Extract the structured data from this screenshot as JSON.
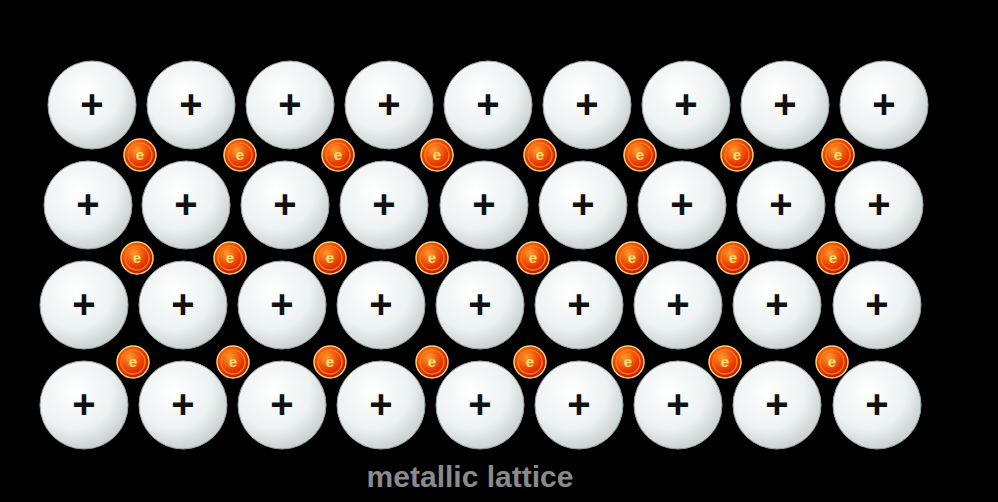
{
  "diagram": {
    "caption": "metallic lattice",
    "nodes": [
      {
        "text": [
          "+"
        ]
      },
      {
        "text": [
          "+"
        ]
      },
      {
        "text": [
          "+"
        ]
      },
      {
        "text": [
          "+"
        ]
      },
      {
        "text": [
          "+"
        ]
      },
      {
        "text": [
          "+"
        ]
      },
      {
        "text": [
          "+"
        ]
      },
      {
        "text": [
          "+"
        ]
      },
      {
        "text": [
          "+"
        ]
      },
      {
        "text": [
          "e"
        ]
      },
      {
        "text": [
          "e"
        ]
      },
      {
        "text": [
          "e"
        ]
      },
      {
        "text": [
          "e"
        ]
      },
      {
        "text": [
          "e"
        ]
      },
      {
        "text": [
          "e"
        ]
      },
      {
        "text": [
          "e"
        ]
      },
      {
        "text": [
          "e"
        ]
      },
      {
        "text": [
          "+"
        ]
      },
      {
        "text": [
          "+"
        ]
      },
      {
        "text": [
          "+"
        ]
      },
      {
        "text": [
          "+"
        ]
      },
      {
        "text": [
          "+"
        ]
      },
      {
        "text": [
          "+"
        ]
      },
      {
        "text": [
          "+"
        ]
      },
      {
        "text": [
          "+"
        ]
      },
      {
        "text": [
          "+"
        ]
      },
      {
        "text": [
          "e"
        ]
      },
      {
        "text": [
          "e"
        ]
      },
      {
        "text": [
          "e"
        ]
      },
      {
        "text": [
          "e"
        ]
      },
      {
        "text": [
          "e"
        ]
      },
      {
        "text": [
          "e"
        ]
      },
      {
        "text": [
          "e"
        ]
      },
      {
        "text": [
          "e"
        ]
      },
      {
        "text": [
          "+"
        ]
      },
      {
        "text": [
          "+"
        ]
      },
      {
        "text": [
          "+"
        ]
      },
      {
        "text": [
          "+"
        ]
      },
      {
        "text": [
          "+"
        ]
      },
      {
        "text": [
          "+"
        ]
      },
      {
        "text": [
          "+"
        ]
      },
      {
        "text": [
          "+"
        ]
      },
      {
        "text": [
          "+"
        ]
      },
      {
        "text": [
          "e"
        ]
      },
      {
        "text": [
          "e"
        ]
      },
      {
        "text": [
          "e"
        ]
      },
      {
        "text": [
          "e"
        ]
      },
      {
        "text": [
          "e"
        ]
      },
      {
        "text": [
          "e"
        ]
      },
      {
        "text": [
          "e"
        ]
      },
      {
        "text": [
          "e"
        ]
      },
      {
        "text": [
          "+"
        ]
      },
      {
        "text": [
          "+"
        ]
      },
      {
        "text": [
          "+"
        ]
      },
      {
        "text": [
          "+"
        ]
      },
      {
        "text": [
          "+"
        ]
      },
      {
        "text": [
          "+"
        ]
      },
      {
        "text": [
          "+"
        ]
      },
      {
        "text": [
          "+"
        ]
      },
      {
        "text": [
          "+"
        ]
      }
    ]
  }
}
